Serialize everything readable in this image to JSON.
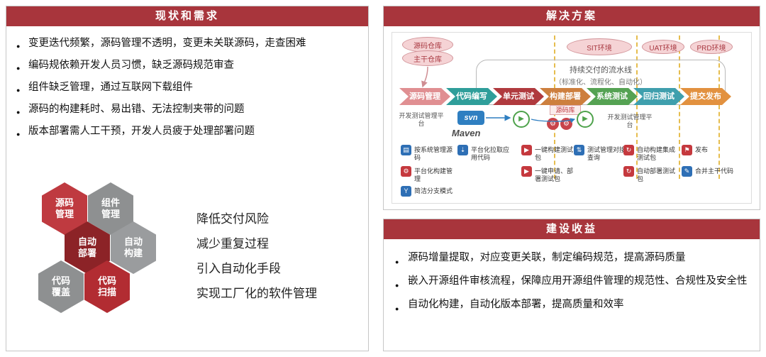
{
  "colors": {
    "header_bg": "#a8353c",
    "panel_border": "#c6c6c6",
    "blue_icon": "#2e6fb5",
    "red_icon": "#c5393e"
  },
  "left_panel": {
    "title": "现状和需求",
    "bullets": [
      "变更迭代频繁，源码管理不透明，变更未关联源码，走查困难",
      "编码规依赖开发人员习惯，缺乏源码规范审查",
      "组件缺乏管理，通过互联网下载组件",
      "源码的构建耗时、易出错、无法控制夹带的问题",
      "版本部署需人工干预，开发人员疲于处理部署问题"
    ],
    "hexagons": [
      {
        "label": "源码\n管理",
        "color": "#bf3a40"
      },
      {
        "label": "组件\n管理",
        "color": "#8e9091"
      },
      {
        "label": "自动\n部署",
        "color": "#8c2327"
      },
      {
        "label": "自动\n构建",
        "color": "#9a9c9e"
      },
      {
        "label": "代码\n覆盖",
        "color": "#8e9091"
      },
      {
        "label": "代码\n扫描",
        "color": "#b22c32"
      }
    ],
    "goals": [
      "降低交付风险",
      "减少重复过程",
      "引入自动化手段",
      "实现工厂化的软件管理"
    ]
  },
  "solution_panel": {
    "title": "解决方案",
    "repos": [
      "源码仓库",
      "主干仓库"
    ],
    "environments": [
      "SIT环境",
      "UAT环境",
      "PRD环境"
    ],
    "banner_line1": "持续交付的流水线",
    "banner_line2": "（标准化、流程化、自动化）",
    "stages": [
      {
        "label": "源码管理",
        "color": "#e08f92"
      },
      {
        "label": "代码编写",
        "color": "#2f9e9a"
      },
      {
        "label": "单元测试",
        "color": "#b03a3e"
      },
      {
        "label": "构建部署",
        "color": "#cd7f3e"
      },
      {
        "label": "系统测试",
        "color": "#55a253"
      },
      {
        "label": "回归测试",
        "color": "#3f9fad"
      },
      {
        "label": "提交发布",
        "color": "#e2913f"
      }
    ],
    "platform_left": "开发测试管理平台",
    "platform_right": "开发测试管理平台",
    "svn_label": "svn",
    "maven_label": "Maven",
    "repo_tag": "源码库",
    "play_glyph": "▶",
    "gear_glyph": "⚙",
    "features": [
      {
        "label": "按系统管理源码",
        "icon": "system-grid-icon",
        "glyph": "▤",
        "color": "#2e6fb5"
      },
      {
        "label": "平台化拉取应用代码",
        "icon": "pull-code-icon",
        "glyph": "⇣",
        "color": "#2e6fb5"
      },
      {
        "label": "一键构建测试包",
        "icon": "one-click-build-icon",
        "glyph": "▶",
        "color": "#c5393e"
      },
      {
        "label": "测试管理对接查询",
        "icon": "test-mgmt-link-icon",
        "glyph": "⇅",
        "color": "#2e6fb5"
      },
      {
        "label": "自动构建集成测试包",
        "icon": "auto-build-icon",
        "glyph": "↻",
        "color": "#c5393e"
      },
      {
        "label": "发布",
        "icon": "release-flag-icon",
        "glyph": "⚑",
        "color": "#c5393e"
      },
      {
        "label": "平台化构建管理",
        "icon": "build-mgmt-gear-icon",
        "glyph": "⚙",
        "color": "#c5393e"
      },
      {
        "label": "一键申请、部署测试包",
        "icon": "one-click-deploy-icon",
        "glyph": "▶",
        "color": "#c5393e"
      },
      {
        "label": "自动部署测试包",
        "icon": "auto-deploy-icon",
        "glyph": "↻",
        "color": "#c5393e"
      },
      {
        "label": "合并主干代码",
        "icon": "merge-trunk-icon",
        "glyph": "✎",
        "color": "#2e6fb5"
      },
      {
        "label": "简洁分支模式",
        "icon": "branch-model-icon",
        "glyph": "Y",
        "color": "#2e6fb5"
      }
    ]
  },
  "benefits_panel": {
    "title": "建设收益",
    "bullets": [
      "源码增量提取，对应变更关联，制定编码规范，提高源码质量",
      "嵌入开源组件审核流程，保障应用开源组件管理的规范性、合规性及安全性",
      "自动化构建，自动化版本部署，提高质量和效率"
    ]
  }
}
